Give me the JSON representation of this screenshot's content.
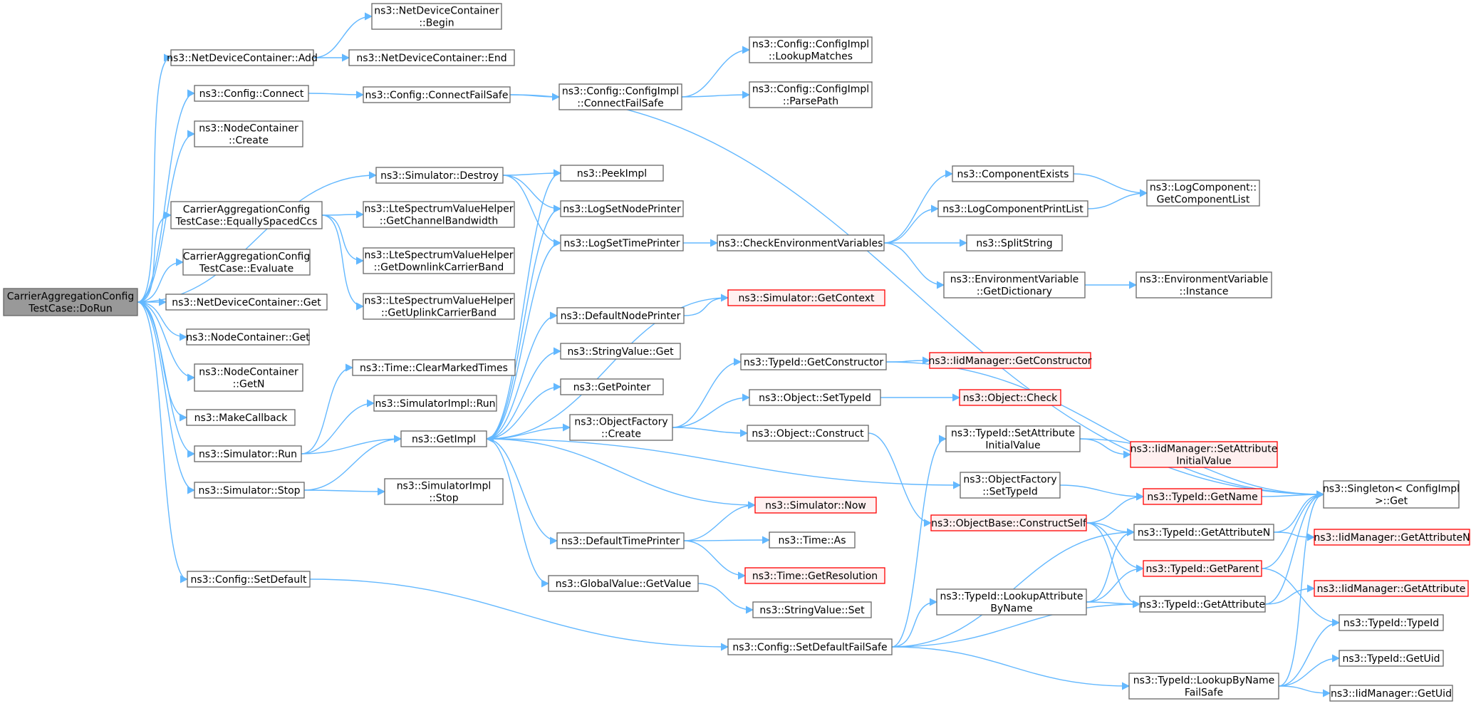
{
  "colors": {
    "edge": "#63b8ff",
    "node_border": "#666666",
    "node_fill": "#ffffff",
    "focus_fill": "#999999",
    "focus_border": "#666666",
    "missing_border": "#ff0000",
    "missing_fill": "#fff0f0",
    "text": "#000000"
  },
  "nodes": [
    {
      "id": "root",
      "lines": [
        "CarrierAggregationConfig",
        "TestCase::DoRun"
      ],
      "style": "focus"
    },
    {
      "id": "ndc_add",
      "lines": [
        "ns3::NetDeviceContainer::Add"
      ],
      "style": "normal"
    },
    {
      "id": "ndc_begin",
      "lines": [
        "ns3::NetDeviceContainer",
        "::Begin"
      ],
      "style": "normal"
    },
    {
      "id": "ndc_end",
      "lines": [
        "ns3::NetDeviceContainer::End"
      ],
      "style": "normal"
    },
    {
      "id": "cfg_connect",
      "lines": [
        "ns3::Config::Connect"
      ],
      "style": "normal"
    },
    {
      "id": "cfg_cfs",
      "lines": [
        "ns3::Config::ConnectFailSafe"
      ],
      "style": "normal"
    },
    {
      "id": "cfgimpl_cfs",
      "lines": [
        "ns3::Config::ConfigImpl",
        "::ConnectFailSafe"
      ],
      "style": "normal"
    },
    {
      "id": "cfgimpl_lookup",
      "lines": [
        "ns3::Config::ConfigImpl",
        "::LookupMatches"
      ],
      "style": "normal"
    },
    {
      "id": "cfgimpl_parse",
      "lines": [
        "ns3::Config::ConfigImpl",
        "::ParsePath"
      ],
      "style": "normal"
    },
    {
      "id": "nc_create",
      "lines": [
        "ns3::NodeContainer",
        "::Create"
      ],
      "style": "normal"
    },
    {
      "id": "sim_destroy",
      "lines": [
        "ns3::Simulator::Destroy"
      ],
      "style": "normal"
    },
    {
      "id": "peekimpl",
      "lines": [
        "ns3::PeekImpl"
      ],
      "style": "normal"
    },
    {
      "id": "logsetnode",
      "lines": [
        "ns3::LogSetNodePrinter"
      ],
      "style": "normal"
    },
    {
      "id": "logsettime",
      "lines": [
        "ns3::LogSetTimePrinter"
      ],
      "style": "normal"
    },
    {
      "id": "eqspaced",
      "lines": [
        "CarrierAggregationConfig",
        "TestCase::EquallySpacedCcs"
      ],
      "style": "normal"
    },
    {
      "id": "lte_chbw",
      "lines": [
        "ns3::LteSpectrumValueHelper",
        "::GetChannelBandwidth"
      ],
      "style": "normal"
    },
    {
      "id": "lte_dl",
      "lines": [
        "ns3::LteSpectrumValueHelper",
        "::GetDownlinkCarrierBand"
      ],
      "style": "normal"
    },
    {
      "id": "lte_ul",
      "lines": [
        "ns3::LteSpectrumValueHelper",
        "::GetUplinkCarrierBand"
      ],
      "style": "normal"
    },
    {
      "id": "evaluate",
      "lines": [
        "CarrierAggregationConfig",
        "TestCase::Evaluate"
      ],
      "style": "normal"
    },
    {
      "id": "ndc_get",
      "lines": [
        "ns3::NetDeviceContainer::Get"
      ],
      "style": "normal"
    },
    {
      "id": "nc_get",
      "lines": [
        "ns3::NodeContainer::Get"
      ],
      "style": "normal"
    },
    {
      "id": "nc_getn",
      "lines": [
        "ns3::NodeContainer",
        "::GetN"
      ],
      "style": "normal"
    },
    {
      "id": "makecb",
      "lines": [
        "ns3::MakeCallback"
      ],
      "style": "normal"
    },
    {
      "id": "sim_run",
      "lines": [
        "ns3::Simulator::Run"
      ],
      "style": "normal"
    },
    {
      "id": "sim_stop",
      "lines": [
        "ns3::Simulator::Stop"
      ],
      "style": "normal"
    },
    {
      "id": "time_clear",
      "lines": [
        "ns3::Time::ClearMarkedTimes"
      ],
      "style": "normal"
    },
    {
      "id": "simimpl_run",
      "lines": [
        "ns3::SimulatorImpl::Run"
      ],
      "style": "normal"
    },
    {
      "id": "getimpl",
      "lines": [
        "ns3::GetImpl"
      ],
      "style": "normal"
    },
    {
      "id": "simimpl_stop",
      "lines": [
        "ns3::SimulatorImpl",
        "::Stop"
      ],
      "style": "normal"
    },
    {
      "id": "cfg_setdefault",
      "lines": [
        "ns3::Config::SetDefault"
      ],
      "style": "normal"
    },
    {
      "id": "cfg_setdefaultfs",
      "lines": [
        "ns3::Config::SetDefaultFailSafe"
      ],
      "style": "normal"
    },
    {
      "id": "defnodeprinter",
      "lines": [
        "ns3::DefaultNodePrinter"
      ],
      "style": "normal"
    },
    {
      "id": "stringvalue_get",
      "lines": [
        "ns3::StringValue::Get"
      ],
      "style": "normal"
    },
    {
      "id": "getpointer",
      "lines": [
        "ns3::GetPointer"
      ],
      "style": "normal"
    },
    {
      "id": "objfactory_create",
      "lines": [
        "ns3::ObjectFactory",
        "::Create"
      ],
      "style": "normal"
    },
    {
      "id": "deftimeprinter",
      "lines": [
        "ns3::DefaultTimePrinter"
      ],
      "style": "normal"
    },
    {
      "id": "globalvalue_get",
      "lines": [
        "ns3::GlobalValue::GetValue"
      ],
      "style": "normal"
    },
    {
      "id": "checkenv",
      "lines": [
        "ns3::CheckEnvironmentVariables"
      ],
      "style": "normal"
    },
    {
      "id": "sim_getcontext",
      "lines": [
        "ns3::Simulator::GetContext"
      ],
      "style": "missing"
    },
    {
      "id": "typeid_getctor",
      "lines": [
        "ns3::TypeId::GetConstructor"
      ],
      "style": "normal"
    },
    {
      "id": "object_settypeid",
      "lines": [
        "ns3::Object::SetTypeId"
      ],
      "style": "normal"
    },
    {
      "id": "object_construct",
      "lines": [
        "ns3::Object::Construct"
      ],
      "style": "normal"
    },
    {
      "id": "sim_now",
      "lines": [
        "ns3::Simulator::Now"
      ],
      "style": "missing"
    },
    {
      "id": "time_as",
      "lines": [
        "ns3::Time::As"
      ],
      "style": "normal"
    },
    {
      "id": "time_getres",
      "lines": [
        "ns3::Time::GetResolution"
      ],
      "style": "missing"
    },
    {
      "id": "stringvalue_set",
      "lines": [
        "ns3::StringValue::Set"
      ],
      "style": "normal"
    },
    {
      "id": "compexists",
      "lines": [
        "ns3::ComponentExists"
      ],
      "style": "normal"
    },
    {
      "id": "logcompprint",
      "lines": [
        "ns3::LogComponentPrintList"
      ],
      "style": "normal"
    },
    {
      "id": "splitstring",
      "lines": [
        "ns3::SplitString"
      ],
      "style": "normal"
    },
    {
      "id": "envvar_getdict",
      "lines": [
        "ns3::EnvironmentVariable",
        "::GetDictionary"
      ],
      "style": "normal"
    },
    {
      "id": "iid_getctor",
      "lines": [
        "ns3::IidManager::GetConstructor"
      ],
      "style": "missing"
    },
    {
      "id": "object_check",
      "lines": [
        "ns3::Object::Check"
      ],
      "style": "missing"
    },
    {
      "id": "typeid_setattrinit",
      "lines": [
        "ns3::TypeId::SetAttribute",
        "InitialValue"
      ],
      "style": "normal"
    },
    {
      "id": "objfactory_settypeid",
      "lines": [
        "ns3::ObjectFactory",
        "::SetTypeId"
      ],
      "style": "normal"
    },
    {
      "id": "objbase_constructself",
      "lines": [
        "ns3::ObjectBase::ConstructSelf"
      ],
      "style": "missing"
    },
    {
      "id": "typeid_lookupattr",
      "lines": [
        "ns3::TypeId::LookupAttribute",
        "ByName"
      ],
      "style": "normal"
    },
    {
      "id": "typeid_lookupbyname",
      "lines": [
        "ns3::TypeId::LookupByName",
        "FailSafe"
      ],
      "style": "normal"
    },
    {
      "id": "logcomp_getlist",
      "lines": [
        "ns3::LogComponent::",
        "GetComponentList"
      ],
      "style": "normal"
    },
    {
      "id": "envvar_instance",
      "lines": [
        "ns3::EnvironmentVariable",
        "::Instance"
      ],
      "style": "normal"
    },
    {
      "id": "iid_setattrinit",
      "lines": [
        "ns3::IidManager::SetAttribute",
        "InitialValue"
      ],
      "style": "missing"
    },
    {
      "id": "typeid_getname",
      "lines": [
        "ns3::TypeId::GetName"
      ],
      "style": "missing"
    },
    {
      "id": "typeid_getattrn",
      "lines": [
        "ns3::TypeId::GetAttributeN"
      ],
      "style": "normal"
    },
    {
      "id": "typeid_getparent",
      "lines": [
        "ns3::TypeId::GetParent"
      ],
      "style": "missing"
    },
    {
      "id": "typeid_getattr",
      "lines": [
        "ns3::TypeId::GetAttribute"
      ],
      "style": "normal"
    },
    {
      "id": "singleton_get",
      "lines": [
        "ns3::Singleton< ConfigImpl",
        ">::Get"
      ],
      "style": "normal"
    },
    {
      "id": "iid_getattrn",
      "lines": [
        "ns3::IidManager::GetAttributeN"
      ],
      "style": "missing"
    },
    {
      "id": "iid_getattr",
      "lines": [
        "ns3::IidManager::GetAttribute"
      ],
      "style": "missing"
    },
    {
      "id": "typeid_typeid",
      "lines": [
        "ns3::TypeId::TypeId"
      ],
      "style": "normal"
    },
    {
      "id": "typeid_getuid",
      "lines": [
        "ns3::TypeId::GetUid"
      ],
      "style": "normal"
    },
    {
      "id": "iid_getuid",
      "lines": [
        "ns3::IidManager::GetUid"
      ],
      "style": "normal"
    }
  ]
}
